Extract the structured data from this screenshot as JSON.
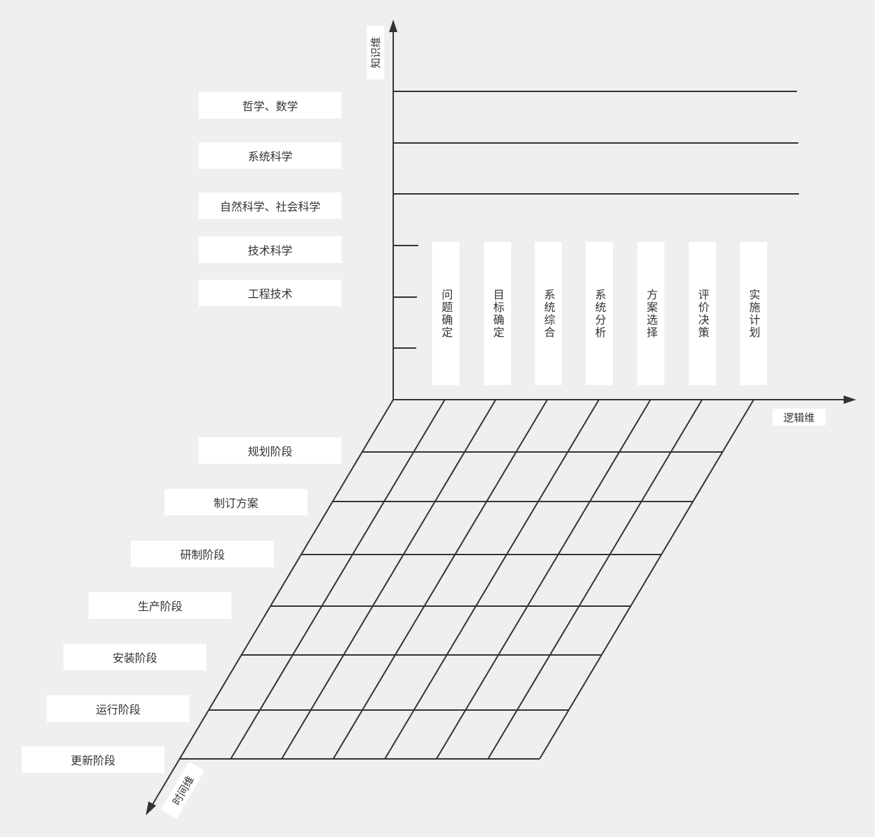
{
  "axes": {
    "knowledge": "知识维",
    "logic": "逻辑维",
    "time": "时间维"
  },
  "knowledge_levels": [
    "哲学、数学",
    "系统科学",
    "自然科学、社会科学",
    "技术科学",
    "工程技术"
  ],
  "logic_steps": [
    "问题确定",
    "目标确定",
    "系统综合",
    "系统分析",
    "方案选择",
    "评价决策",
    "实施计划"
  ],
  "time_phases": [
    "规划阶段",
    "制订方案",
    "研制阶段",
    "生产阶段",
    "安装阶段",
    "运行阶段",
    "更新阶段"
  ],
  "colors": {
    "line": "#333333",
    "background": "#efefef",
    "box": "#ffffff"
  }
}
